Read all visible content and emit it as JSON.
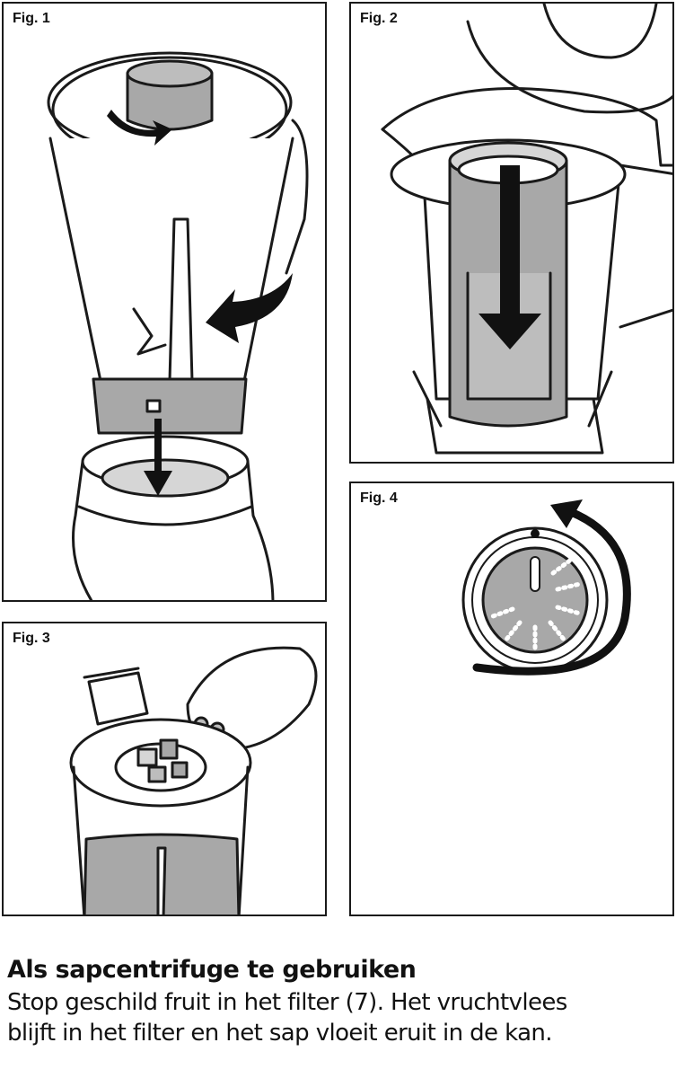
{
  "figures": [
    {
      "label": "Fig. 1"
    },
    {
      "label": "Fig. 2"
    },
    {
      "label": "Fig. 3"
    },
    {
      "label": "Fig. 4"
    }
  ],
  "caption": {
    "heading": "Als sapcentrifuge te gebruiken",
    "line1": "Stop geschild fruit in het filter (7). Het vruchtvlees",
    "line2": "blijft in het filter en het sap vloeit eruit in de kan."
  },
  "colors": {
    "line": "#1a1a1a",
    "fill": "#a8a8a8",
    "light": "#d6d6d6"
  }
}
